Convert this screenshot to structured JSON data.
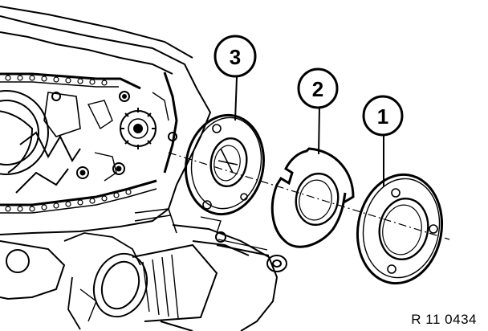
{
  "diagram": {
    "callouts": [
      {
        "id": "3",
        "label": "3"
      },
      {
        "id": "2",
        "label": "2"
      },
      {
        "id": "1",
        "label": "1"
      }
    ],
    "reference_code": "R 11 0434",
    "colors": {
      "ink": "#000000",
      "paper": "#ffffff"
    }
  }
}
